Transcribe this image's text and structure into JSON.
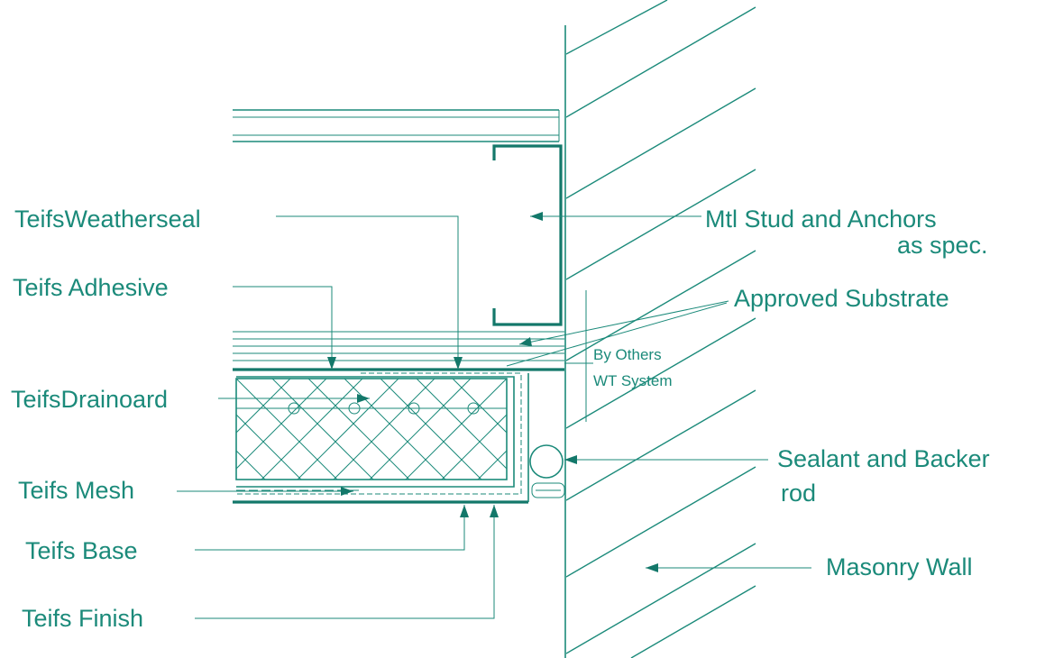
{
  "labels": {
    "weatherseal": "TeifsWeatherseal",
    "adhesive": "Teifs Adhesive",
    "drainboard": "TeifsDrainoard",
    "mesh": "Teifs Mesh",
    "base": "Teifs Base",
    "finish": "Teifs Finish",
    "stud_line1": "Mtl Stud and Anchors",
    "stud_line2": "as spec.",
    "substrate": "Approved Substrate",
    "by_others_line1": "By Others",
    "by_others_line2": "WT System",
    "sealant_line1": "Sealant and Backer",
    "sealant_line2": "rod",
    "masonry": "Masonry Wall"
  },
  "colors": {
    "line": "#1b8a7a",
    "background": "#ffffff"
  }
}
